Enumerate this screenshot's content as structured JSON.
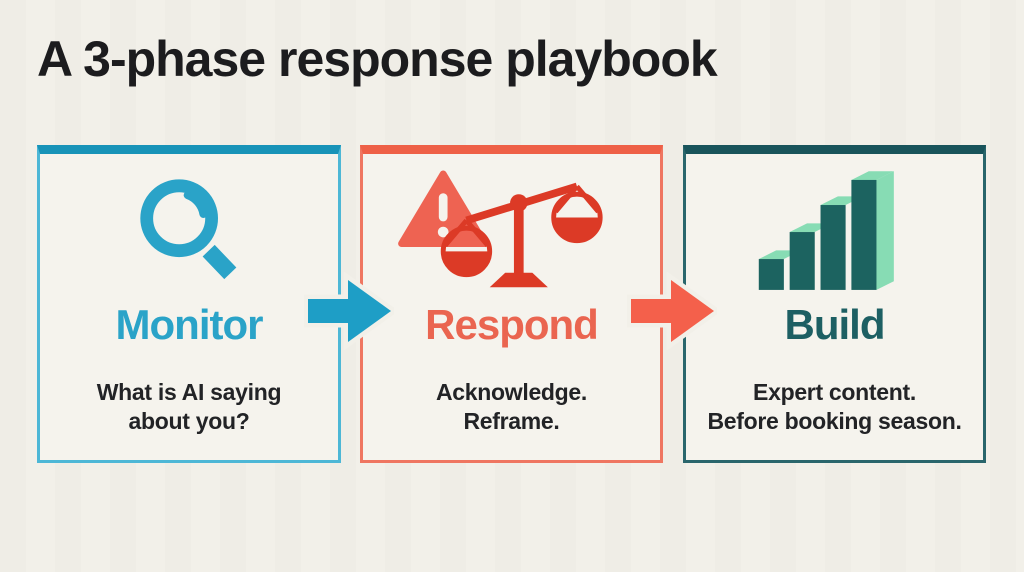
{
  "title": "A 3-phase response playbook",
  "phases": [
    {
      "name": "Monitor",
      "description_line1": "What is AI saying",
      "description_line2": "about you?",
      "accent_color": "#2aa3c8",
      "icon": "magnifier-icon"
    },
    {
      "name": "Respond",
      "description_line1": "Acknowledge.",
      "description_line2": "Reframe.",
      "accent_color": "#ea6550",
      "icon": "warning-scale-icon"
    },
    {
      "name": "Build",
      "description_line1": "Expert content.",
      "description_line2": "Before booking season.",
      "accent_color": "#1d5f63",
      "icon": "growth-stairs-icon"
    }
  ],
  "arrows": [
    {
      "name": "monitor-to-respond",
      "color": "#1e9ec6"
    },
    {
      "name": "respond-to-build",
      "color": "#f4604b"
    }
  ],
  "colors": {
    "background": "#f2f0e9",
    "title_text": "#1c1c1e",
    "body_text": "#222326",
    "monitor_accent": "#2aa3c8",
    "monitor_border": "#4db7d6",
    "monitor_top_bar": "#1893b8",
    "respond_accent": "#ea6550",
    "respond_border": "#ef7661",
    "respond_top_bar": "#ee6047",
    "respond_triangle": "#ee6352",
    "respond_scale_red": "#dc3a26",
    "build_accent": "#1d5f63",
    "build_border": "#2a666c",
    "build_top_bar": "#19545b",
    "build_icon_mint": "#87dcb4",
    "build_icon_dark": "#1c6360"
  }
}
